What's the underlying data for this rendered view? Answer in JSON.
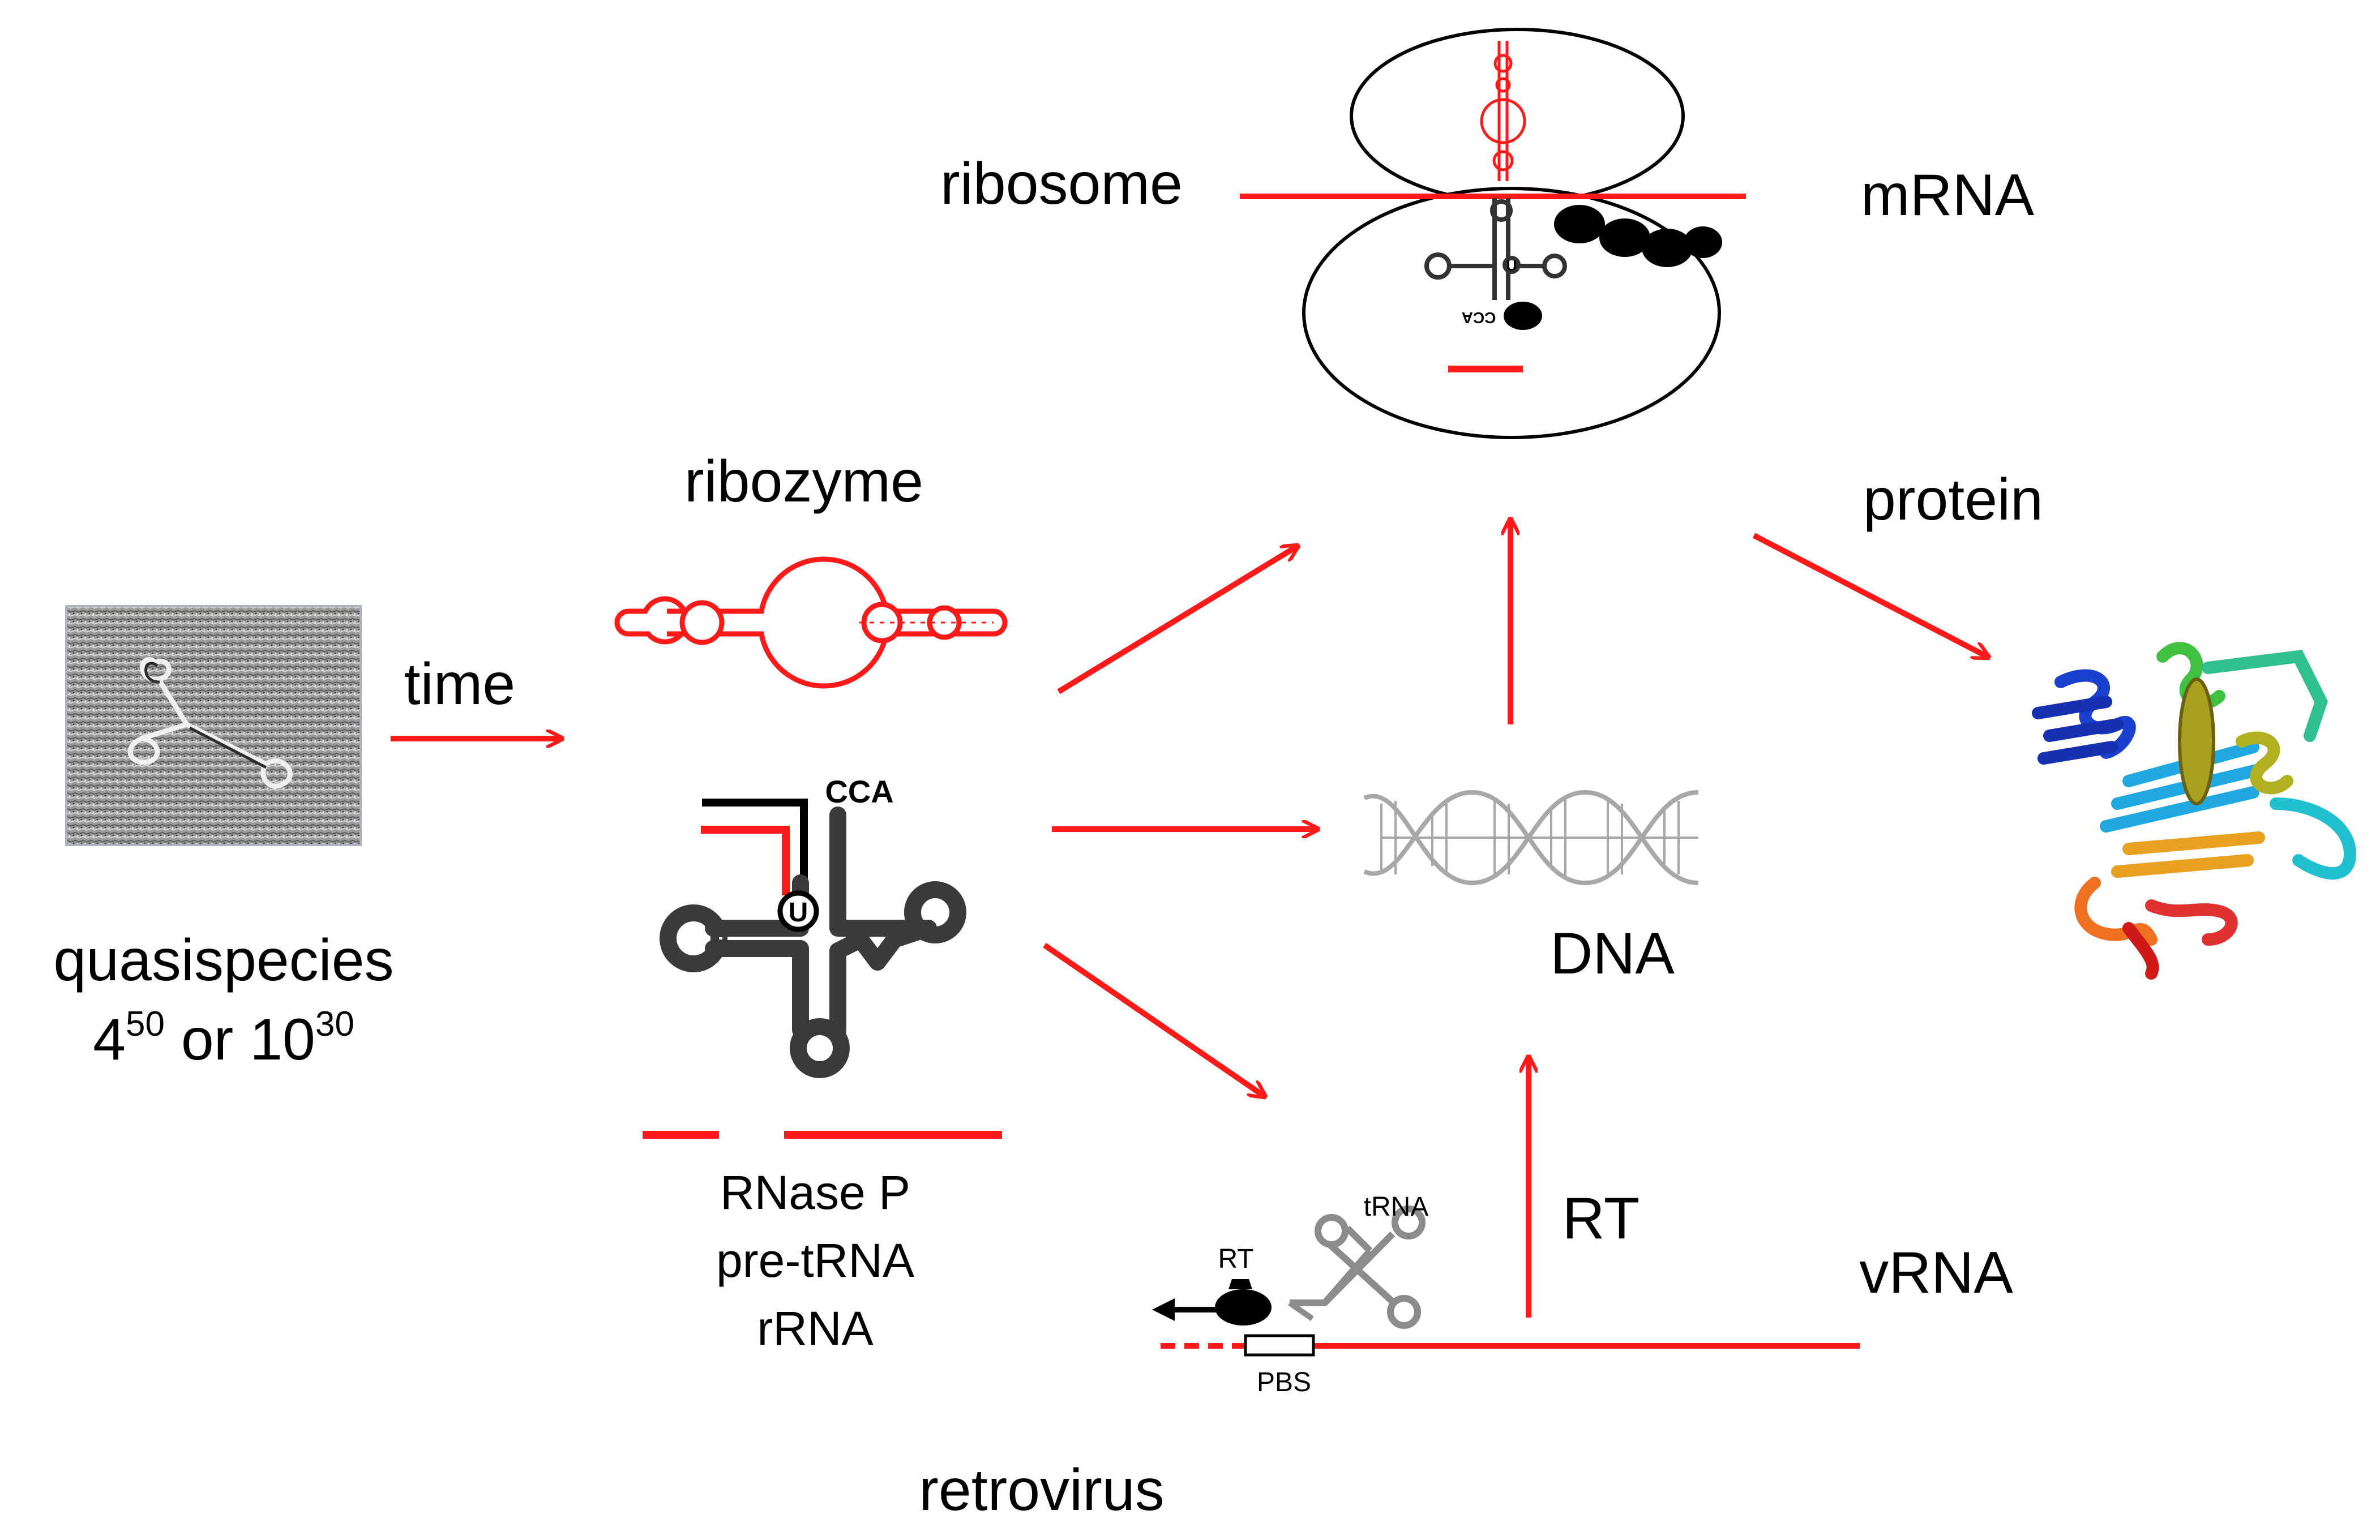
{
  "colors": {
    "arrow": "#ff1a1a",
    "ink": "#000000",
    "trna_dark": "#3a3a3a",
    "retro_gray": "#8c8c8c",
    "dna_gray": "#a8a8a8",
    "em_background": "#9a9a9a",
    "protein_gradient": [
      "#1030c0",
      "#20b0e0",
      "#30c040",
      "#d0c020",
      "#f08020",
      "#e02020"
    ]
  },
  "icons": {
    "quasispecies_image": "electron-micrograph-rna",
    "ribozyme": "hairpin-rna-structure-icon",
    "trna": "cloverleaf-trna-icon",
    "dna": "double-helix-icon",
    "ribosome": "ribosome-subunits-icon",
    "protein": "ribbon-protein-structure-icon",
    "reverse_transcriptase": "rt-enzyme-icon"
  },
  "labels": {
    "quasispecies": "quasispecies",
    "quasispecies_formula": {
      "base1": "4",
      "exp1": "50",
      "connector": " or ",
      "base2": "10",
      "exp2": "30"
    },
    "time": "time",
    "ribozyme": "ribozyme",
    "ribosome": "ribosome",
    "mrna": "mRNA",
    "protein": "protein",
    "dna": "DNA",
    "rt": "RT",
    "vrna": "vRNA",
    "retrovirus": "retrovirus",
    "trna_cca": "CCA",
    "trna_u": "U",
    "ribosome_cca": "CCA",
    "ribosome_u": "U",
    "rnase_lines": [
      "RNase P",
      "pre-tRNA",
      "rRNA"
    ],
    "retro_rt": "RT",
    "retro_trna": "tRNA",
    "retro_pbs": "PBS"
  }
}
